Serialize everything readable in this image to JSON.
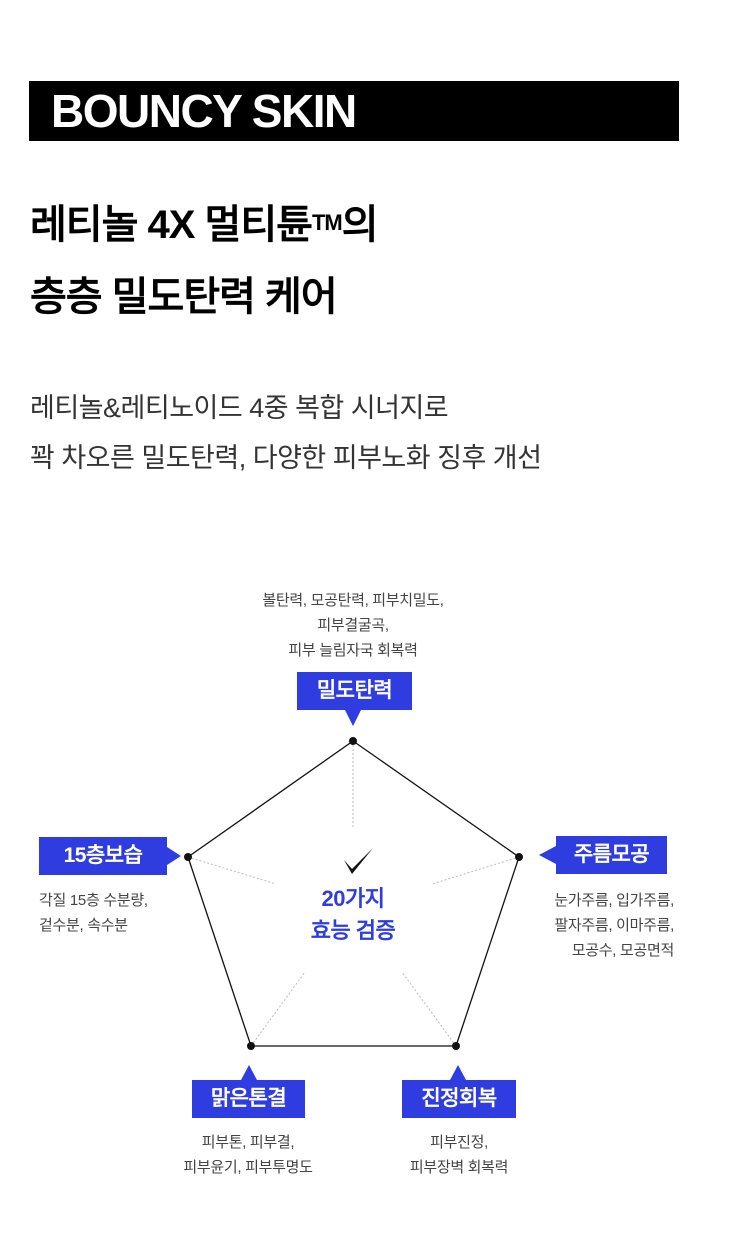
{
  "header": {
    "badge": "BOUNCY SKIN"
  },
  "headline": {
    "line1": "레티놀 4X 멀티튠",
    "tm": "TM",
    "line1_suffix": "의",
    "line2": "층층 밀도탄력 케어"
  },
  "subtext": {
    "line1": "레티놀&레티노이드 4중 복합 시너지로",
    "line2": "꽉 차오른 밀도탄력, 다양한 피부노화 징후 개선"
  },
  "diagram": {
    "center": {
      "line1": "20가지",
      "line2": "효능 검증",
      "icon": "checkmark-icon"
    },
    "accent_color": "#2f3de0",
    "nodes": [
      {
        "label": "밀도탄력",
        "desc": [
          "볼탄력, 모공탄력, 피부치밀도,",
          "피부결굴곡,",
          "피부 늘림자국 회복력"
        ]
      },
      {
        "label": "주름모공",
        "desc": [
          "눈가주름, 입가주름,",
          "팔자주름, 이마주름,",
          "모공수, 모공면적"
        ]
      },
      {
        "label": "진정회복",
        "desc": [
          "피부진정,",
          "피부장벽 회복력"
        ]
      },
      {
        "label": "맑은톤결",
        "desc": [
          "피부톤, 피부결,",
          "피부윤기, 피부투명도"
        ]
      },
      {
        "label": "15층보습",
        "desc": [
          "각질 15층 수분량,",
          "겉수분, 속수분"
        ]
      }
    ]
  }
}
